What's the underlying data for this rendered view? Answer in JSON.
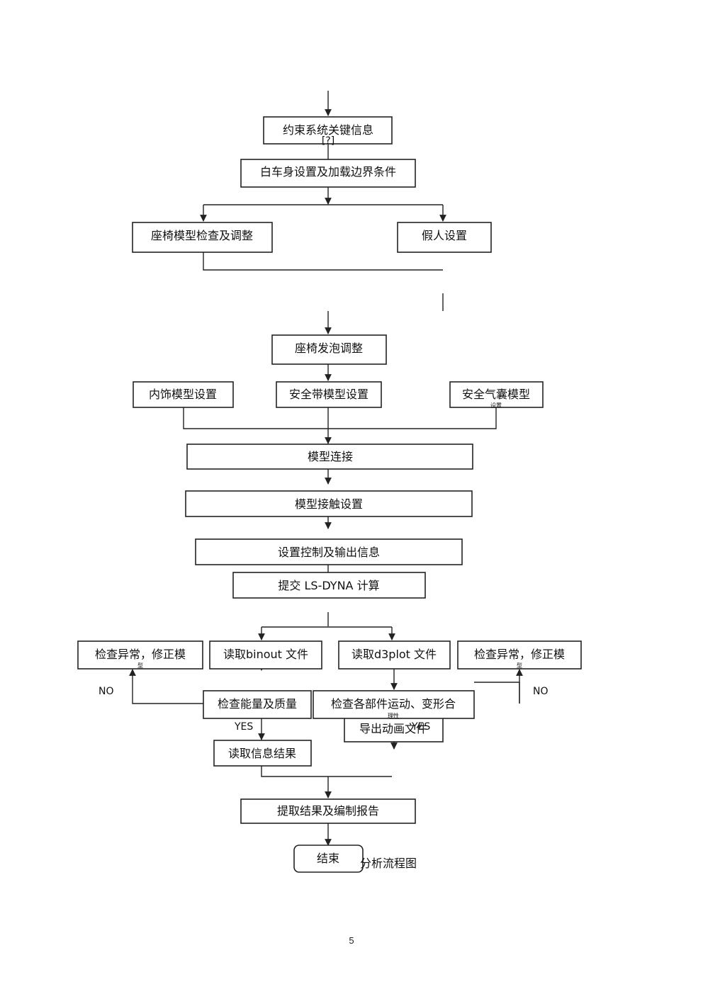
{
  "nodes": {
    "restraint": "约束系统关键信息",
    "restraint_sub": "[?]",
    "body_setup": "白车身设置及加载边界条件",
    "seat_check": "座椅模型检查及调整",
    "dummy": "假人设置",
    "seat_foam": "座椅发泡调整",
    "interior": "内饰模型设置",
    "belt": "安全带模型设置",
    "airbag": "安全气囊模型",
    "airbag_sub": "设置",
    "connect": "模型连接",
    "contact": "模型接触设置",
    "control": "设置控制及输出信息",
    "submit": "提交 LS-DYNA 计算",
    "check_left": "检查异常，修正模",
    "check_left_sub": "型",
    "binout": "读取binout 文件",
    "d3plot": "读取d3plot 文件",
    "check_right": "检查异常，修正模",
    "check_right_sub": "型",
    "energy": "检查能量及质量",
    "motion": "检查各部件运动、变形合",
    "motion_sub": "理性",
    "animation": "导出动画文件",
    "read_results": "读取信息结果",
    "report": "提取结果及编制报告",
    "end": "结束"
  },
  "branch_labels": {
    "no_left": "NO",
    "yes_left": "YES",
    "no_right": "NO",
    "yes_right": "YES"
  },
  "caption_fragment": "分析流程图",
  "page_number": "5"
}
